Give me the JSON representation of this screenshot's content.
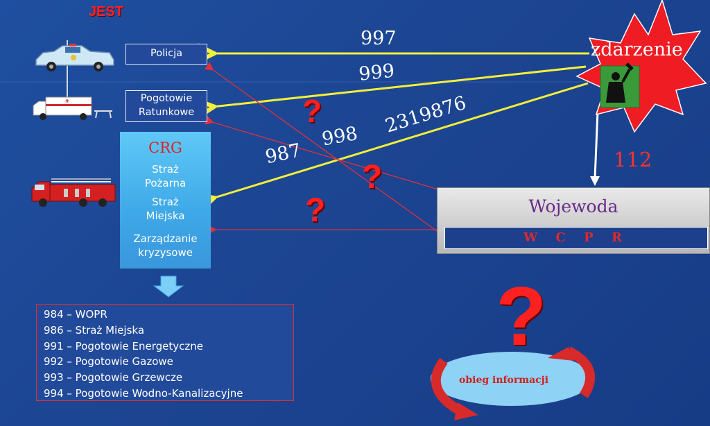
{
  "title": "JEST",
  "services": {
    "policja": "Policja",
    "pogotowie_line1": "Pogotowie",
    "pogotowie_line2": "Ratunkowe"
  },
  "crg": {
    "title": "CRG",
    "items": [
      {
        "line1": "Straż",
        "line2": "Pożarna"
      },
      {
        "line1": "Straż",
        "line2": "Miejska"
      },
      {
        "line1": "Zarządzanie",
        "line2": "kryzysowe"
      }
    ]
  },
  "numbers_list": [
    "984 – WOPR",
    "986 – Straż Miejska",
    "991 – Pogotowie Energetyczne",
    "992 – Pogotowie Gazowe",
    "993 – Pogotowie Grzewcze",
    "994 – Pogotowie Wodno-Kanalizacyjne"
  ],
  "phone_numbers": {
    "n997": "997",
    "n999": "999",
    "n2319876": "2319876",
    "n998": "998",
    "n987": "987",
    "n112": "112"
  },
  "event_label": "zdarzenie",
  "wojewoda": {
    "title": "Wojewoda",
    "subtitle": "W C P R"
  },
  "cycle_label": "obieg informacji",
  "question_mark": "?",
  "colors": {
    "background": "#1c4592",
    "yellow_arrow": "#f4ef3a",
    "red_line": "#e0303a",
    "accent_red": "#ff2020",
    "crg_blue": "#4ab4ee"
  }
}
